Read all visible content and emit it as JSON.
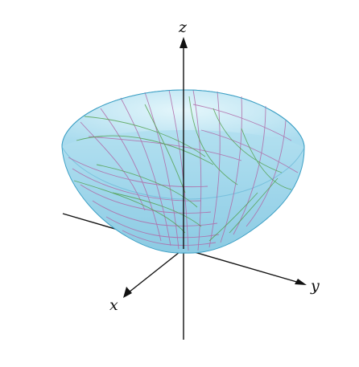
{
  "diagram": {
    "type": "3d-surface",
    "surface": "elliptic-paraboloid",
    "axes": {
      "x_label": "x",
      "y_label": "y",
      "z_label": "z"
    },
    "colors": {
      "background": "#ffffff",
      "axis": "#111111",
      "surface_fill_light": "#cdeef8",
      "surface_fill_mid": "#9fd7ec",
      "surface_fill_dark": "#7fc5e0",
      "surface_edge": "#3c9fc4",
      "grid_magenta": "#b06aa8",
      "grid_green": "#4f9f4a"
    }
  }
}
